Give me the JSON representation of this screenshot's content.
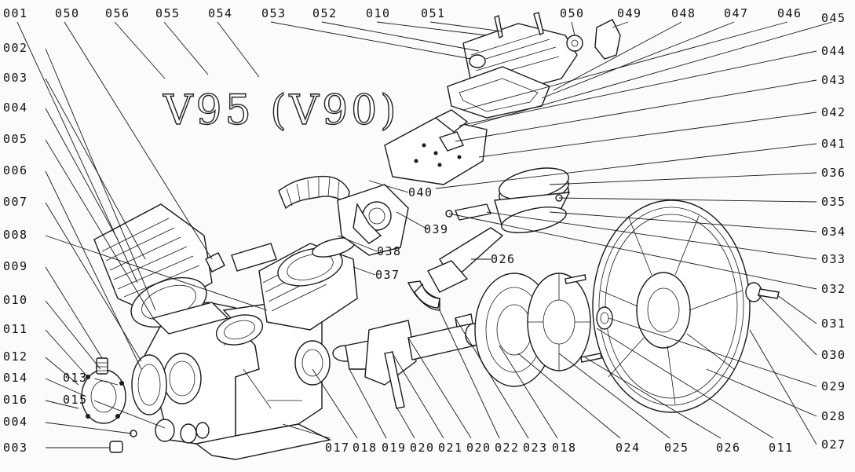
{
  "diagram": {
    "title": "V95 (V90)",
    "labels_top": [
      "001",
      "050",
      "056",
      "055",
      "054",
      "053",
      "052",
      "010",
      "051",
      "050",
      "049",
      "048",
      "047",
      "046",
      "045"
    ],
    "labels_left": [
      "002",
      "003",
      "004",
      "005",
      "006",
      "007",
      "008",
      "009",
      "010",
      "011",
      "012",
      "014",
      "013",
      "016",
      "015",
      "004",
      "003"
    ],
    "labels_right": [
      "044",
      "043",
      "042",
      "041",
      "036",
      "035",
      "034",
      "033",
      "032",
      "031",
      "030",
      "029",
      "028",
      "027"
    ],
    "labels_bottom": [
      "017",
      "018",
      "019",
      "020",
      "021",
      "020",
      "022",
      "023",
      "018",
      "024",
      "025",
      "026",
      "011"
    ],
    "labels_mid": [
      "040",
      "039",
      "038",
      "037",
      "026"
    ]
  }
}
